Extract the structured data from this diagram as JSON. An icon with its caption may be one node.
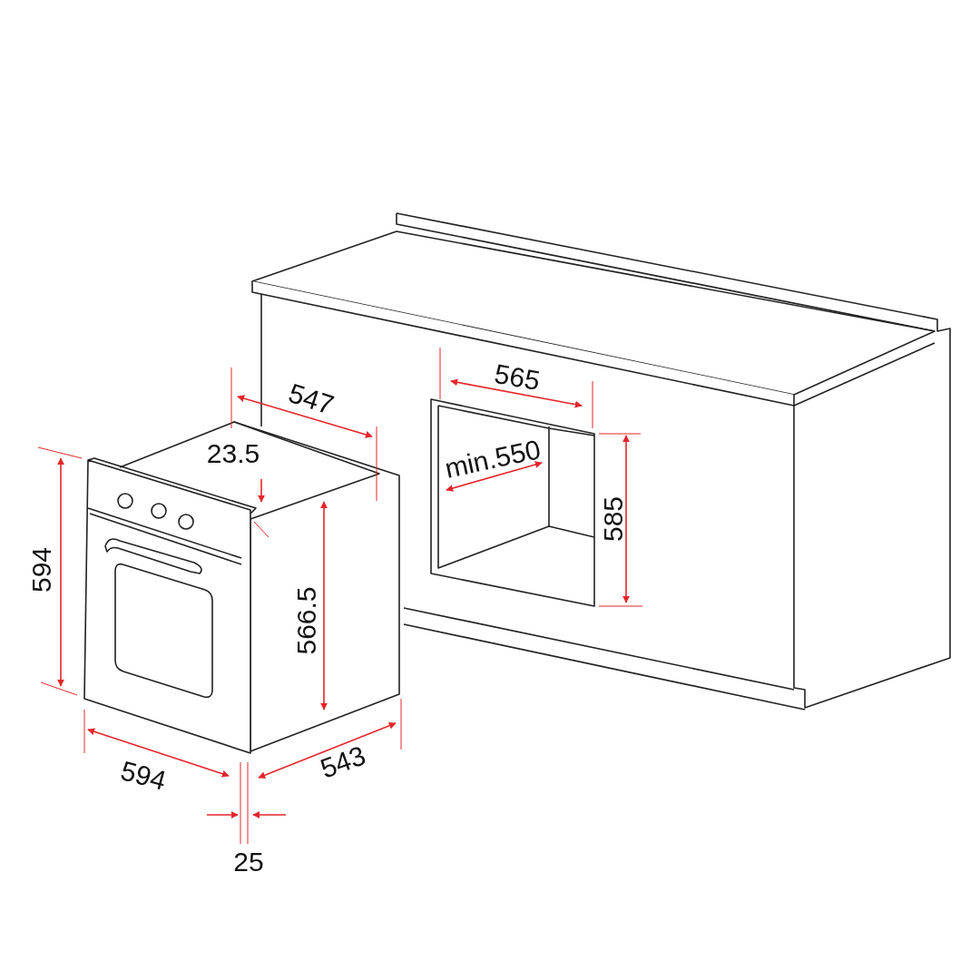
{
  "diagram": {
    "labels": [
      "547",
      "565",
      "23.5",
      "min.550",
      "594",
      "585",
      "566.5",
      "594",
      "543",
      "25"
    ]
  }
}
